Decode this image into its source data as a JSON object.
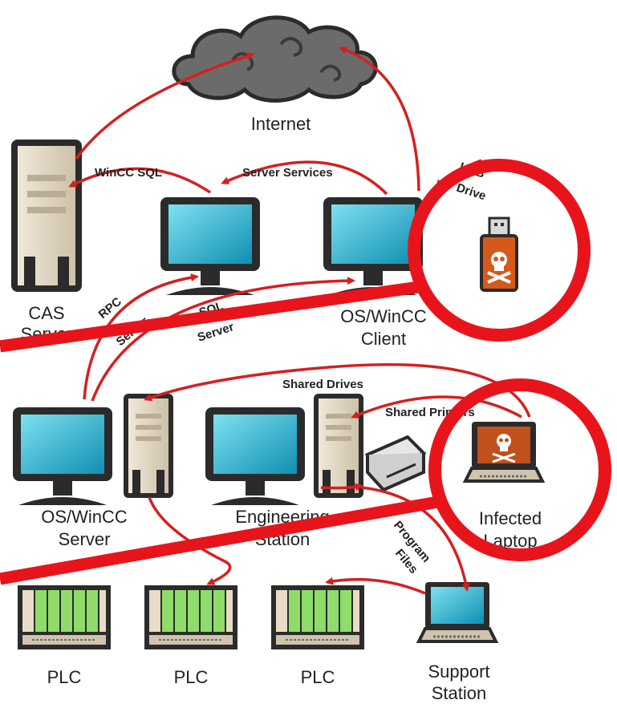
{
  "nodes": {
    "internet": "Internet",
    "cas_line1": "CAS",
    "cas_line2": "Server",
    "sql_server_line1": "SQL",
    "sql_server_line2": "Server",
    "client_line1": "OS/WinCC",
    "client_line2": "Client",
    "os_server_line1": "OS/WinCC",
    "os_server_line2": "Server",
    "eng_line1": "Engineering",
    "eng_line2": "Station",
    "laptop_line1": "Infected",
    "laptop_line2": "Laptop",
    "plc1": "PLC",
    "plc2": "PLC",
    "plc3": "PLC",
    "support_line1": "Support",
    "support_line2": "Station"
  },
  "edges": {
    "wincc_sql": "WinCC SQL",
    "server_services": "Server Services",
    "usb_drive_line1": "USB",
    "usb_drive_line2": "Drive",
    "rpc_line1": "RPC",
    "rpc_line2": "Server",
    "shared_drives": "Shared Drives",
    "shared_printers": "Shared Printers",
    "program_files_line1": "Program",
    "program_files_line2": "Files"
  },
  "colors": {
    "arrow": "#d42020",
    "highlight": "#e8141c",
    "screen": "#1aa6c8",
    "cloud": "#6b6b6b",
    "tower": "#e8dcc6",
    "plc_module": "#8fdc6a"
  },
  "icons": [
    "cloud-icon",
    "server-tower-icon",
    "monitor-icon",
    "usb-drive-icon",
    "skull-icon",
    "laptop-icon",
    "printer-icon",
    "plc-rack-icon"
  ]
}
